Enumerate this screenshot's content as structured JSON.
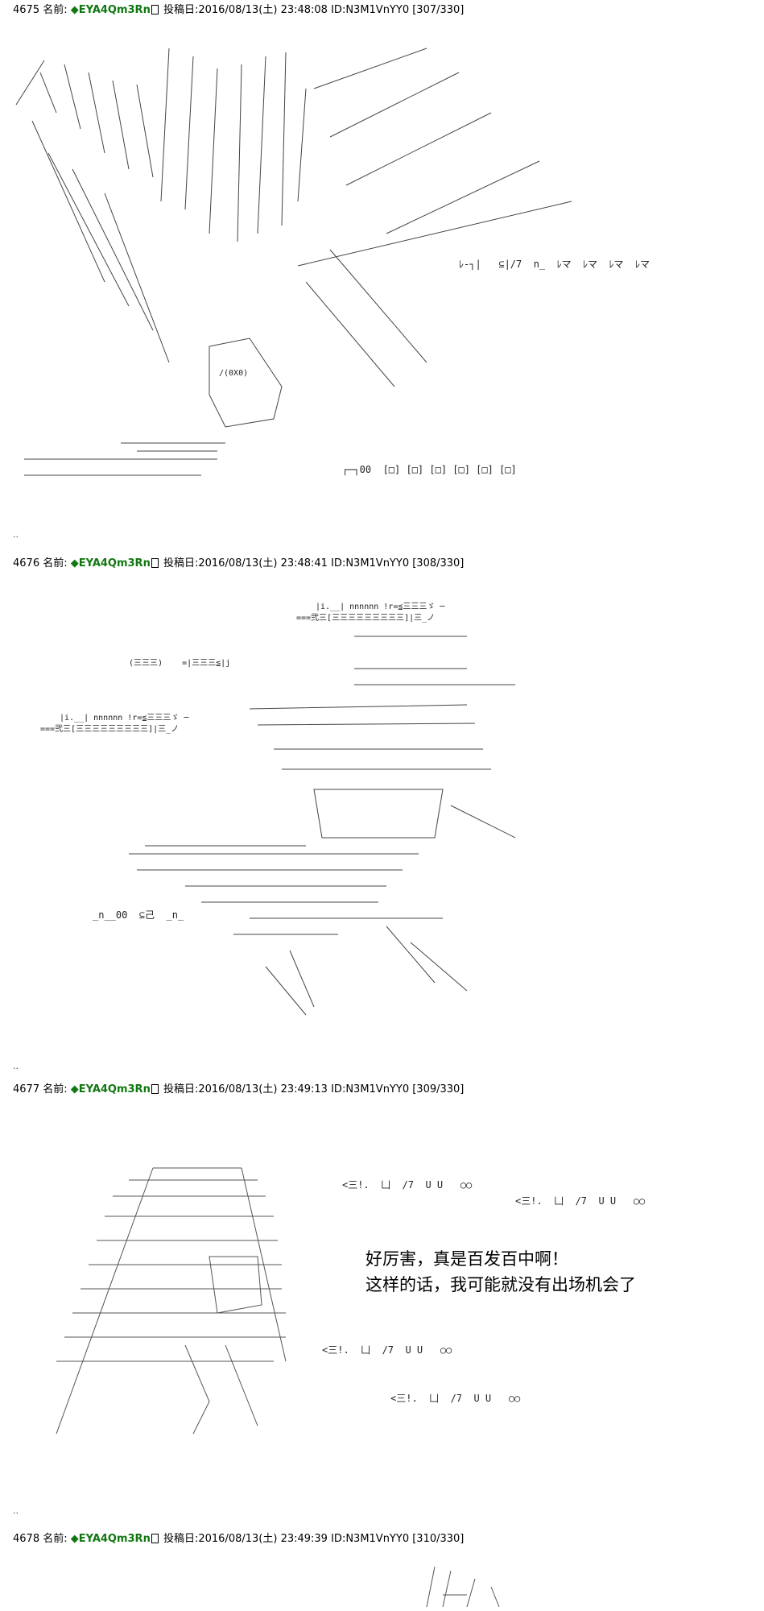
{
  "posts": [
    {
      "number": "4675",
      "name_label": "名前:",
      "tripcode": "◆EYA4Qm3Rn",
      "posted_label": "投稿日:",
      "datetime": "2016/08/13(土) 23:48:08",
      "id": "ID:N3M1VnYY0",
      "counter": "[307/330]"
    },
    {
      "number": "4676",
      "name_label": "名前:",
      "tripcode": "◆EYA4Qm3Rn",
      "posted_label": "投稿日:",
      "datetime": "2016/08/13(土) 23:48:41",
      "id": "ID:N3M1VnYY0",
      "counter": "[308/330]"
    },
    {
      "number": "4677",
      "name_label": "名前:",
      "tripcode": "◆EYA4Qm3Rn",
      "posted_label": "投稿日:",
      "datetime": "2016/08/13(土) 23:49:13",
      "id": "ID:N3M1VnYY0",
      "counter": "[309/330]"
    },
    {
      "number": "4678",
      "name_label": "名前:",
      "tripcode": "◆EYA4Qm3Rn",
      "posted_label": "投稿日:",
      "datetime": "2016/08/13(土) 23:49:39",
      "id": "ID:N3M1VnYY0",
      "counter": "[310/330]"
    }
  ],
  "separator": "..",
  "dialogue": {
    "line1": "好厉害，真是百发百中啊！",
    "line2": "这样的话，我可能就没有出场机会了"
  },
  "ascii_art": {
    "post1_sfx_top": "ﾚ-┐|   ⊆|/7  n_  ﾚマ  ﾚマ  ﾚマ  ﾚマ",
    "post1_sfx_bottom": "┌─┐00  [□] [□] [□] [□] [□] [□]",
    "post1_figure_face": "/(0X0)",
    "post2_text_a": "|i.__| nnnnnn !r=≦三三三ゞ ─",
    "post2_text_b": "===弐三[三三三三三三三三三]|三_ノ",
    "post2_text_c": "(三三三)    =|三三三≦|j",
    "post2_sfx": "_n__00  ⊆己  _n_",
    "post3_sfx": "<三!.  凵  /7  U U   ○○"
  }
}
